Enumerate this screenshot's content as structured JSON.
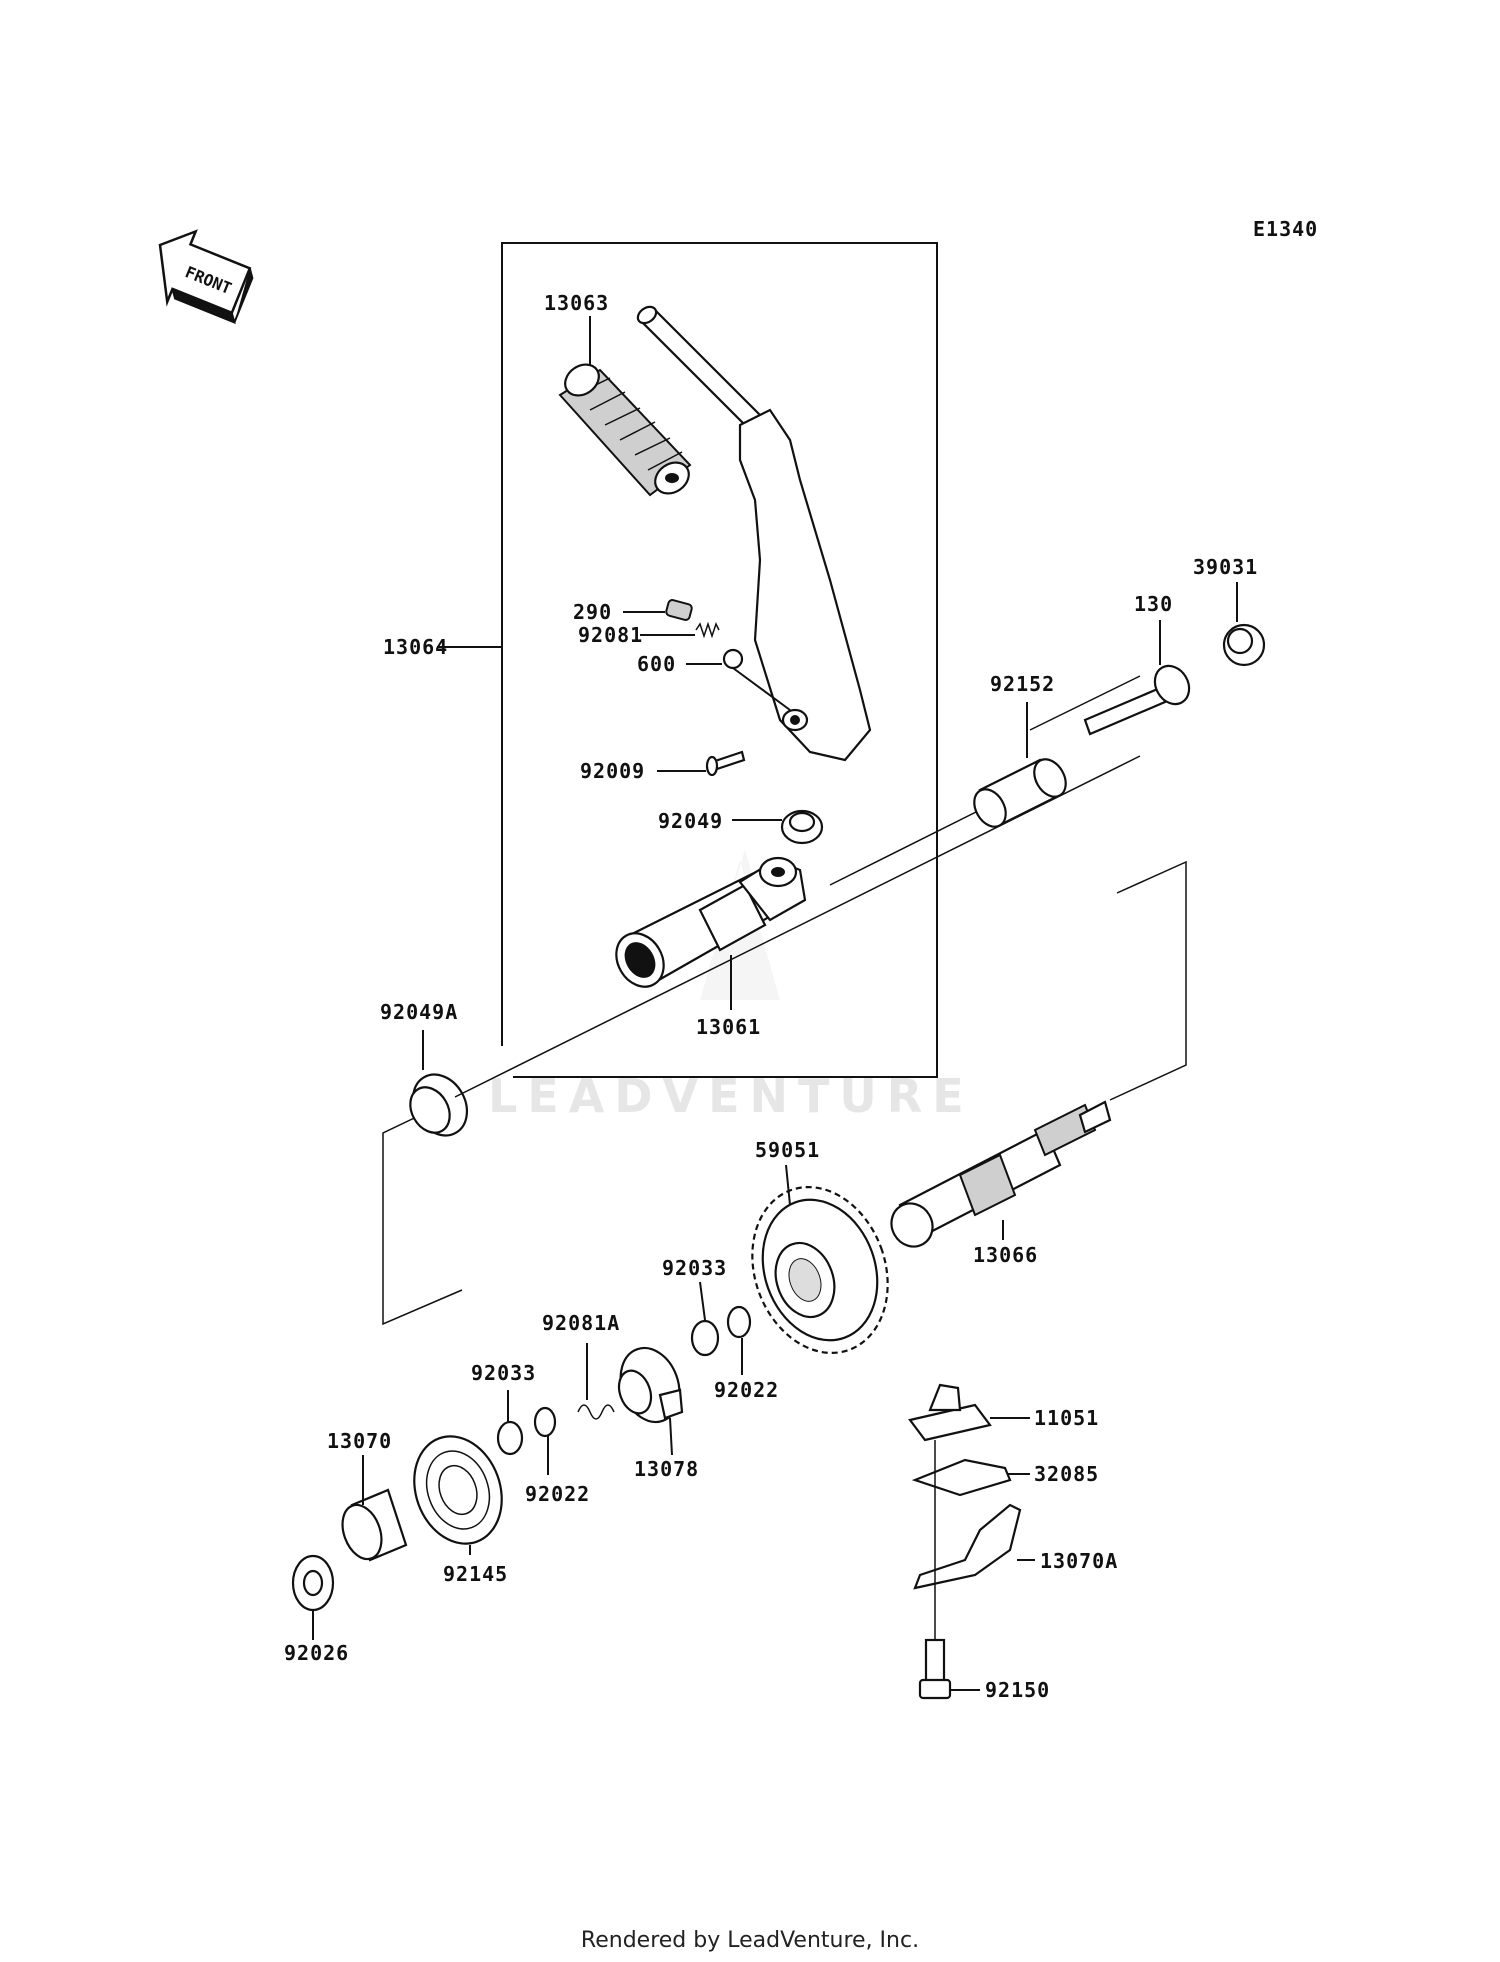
{
  "diagram": {
    "code": "E1340",
    "front_arrow": "FRONT",
    "watermark": "LEADVENTURE",
    "parts": [
      {
        "id": "13063"
      },
      {
        "id": "13064"
      },
      {
        "id": "290"
      },
      {
        "id": "92081"
      },
      {
        "id": "600"
      },
      {
        "id": "92009"
      },
      {
        "id": "92049"
      },
      {
        "id": "13061"
      },
      {
        "id": "92049A"
      },
      {
        "id": "92152"
      },
      {
        "id": "130"
      },
      {
        "id": "39031"
      },
      {
        "id": "59051"
      },
      {
        "id": "13066"
      },
      {
        "id": "92033"
      },
      {
        "id": "92022"
      },
      {
        "id": "92081A"
      },
      {
        "id": "13078"
      },
      {
        "id": "92033"
      },
      {
        "id": "92022"
      },
      {
        "id": "13070"
      },
      {
        "id": "92145"
      },
      {
        "id": "92026"
      },
      {
        "id": "11051"
      },
      {
        "id": "32085"
      },
      {
        "id": "13070A"
      },
      {
        "id": "92150"
      }
    ]
  },
  "footer": "Rendered by LeadVenture, Inc."
}
